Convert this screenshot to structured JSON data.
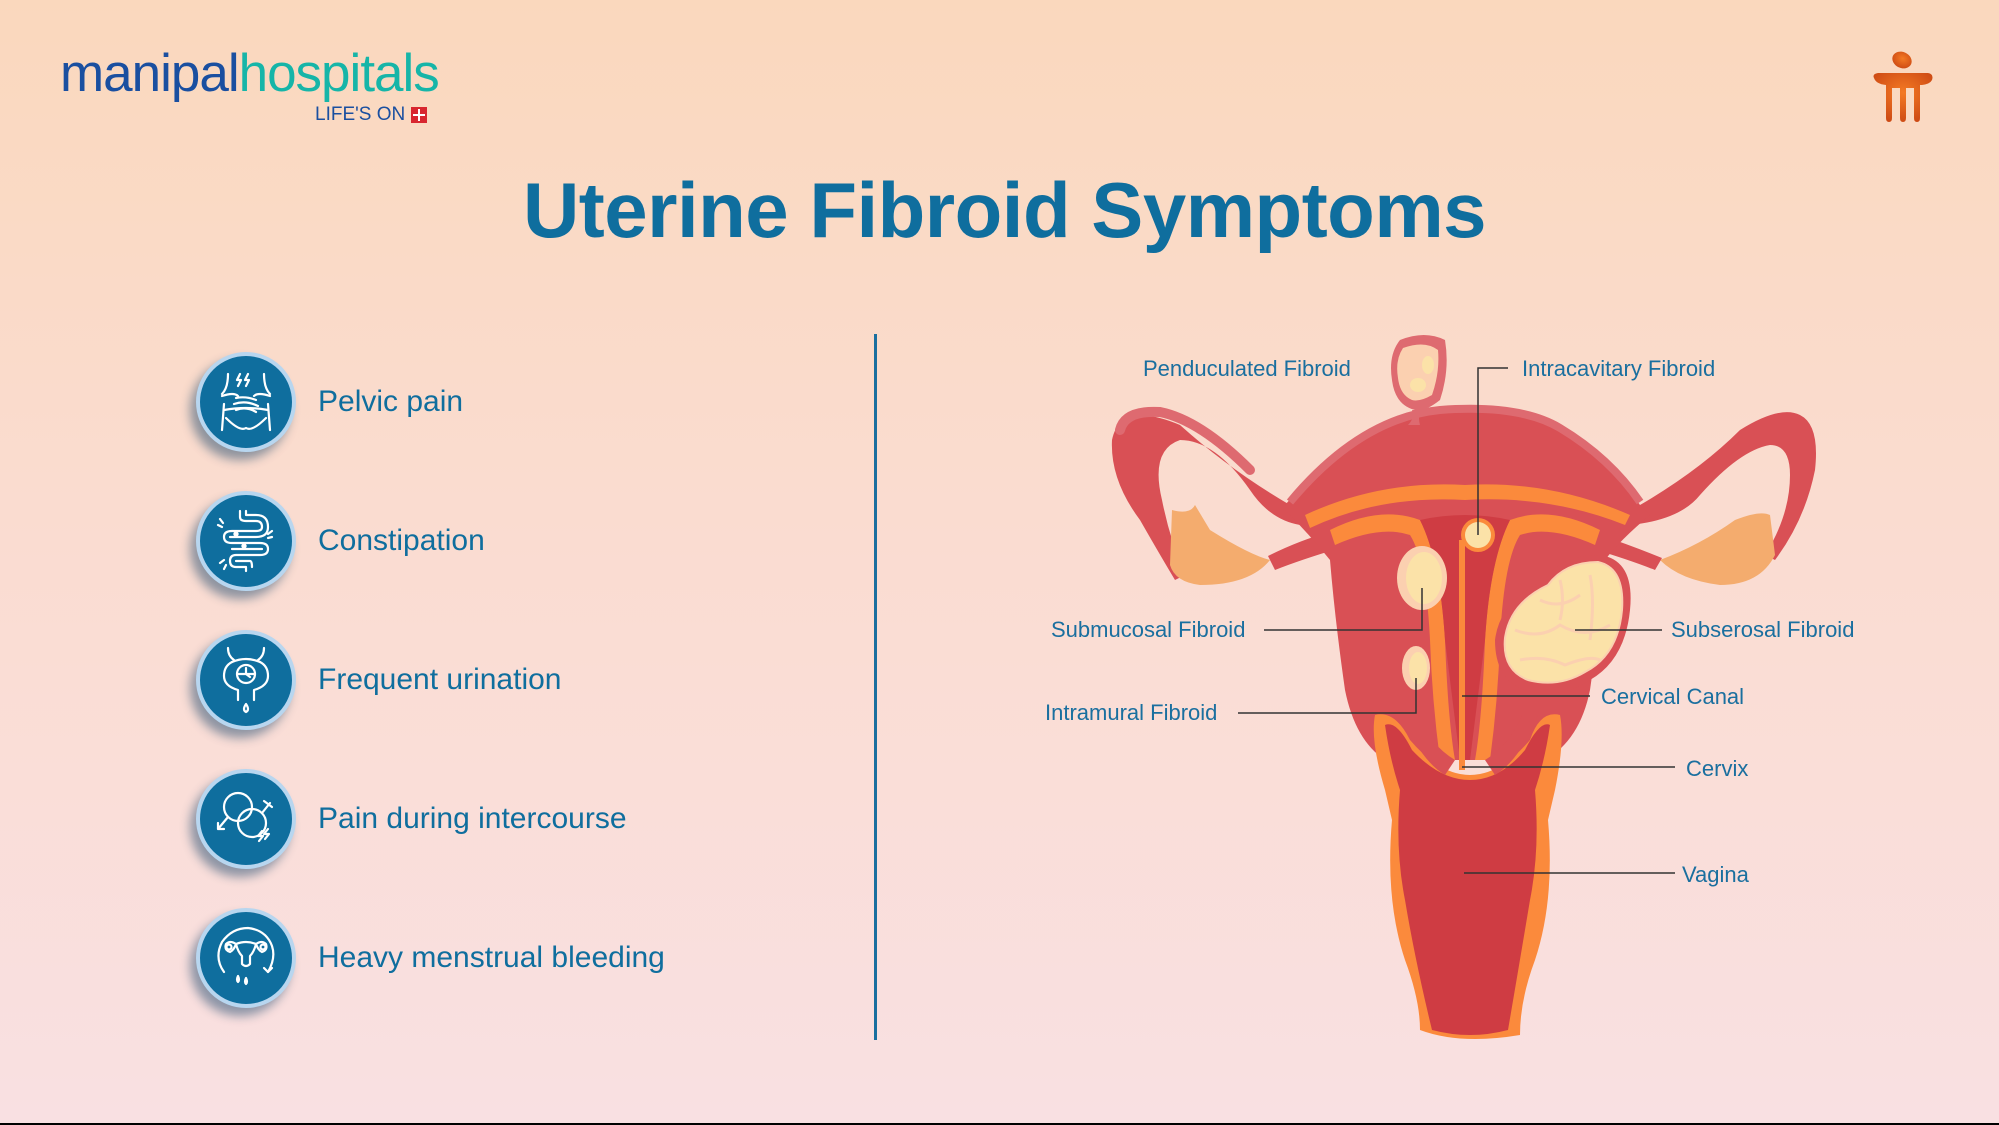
{
  "logo": {
    "word_part1": "manipal",
    "word_part2": "hospitals",
    "tagline": "LIFE'S ON",
    "colors": {
      "part1": "#1a4fa0",
      "part2": "#16b5a8",
      "cross": "#d8262f"
    }
  },
  "brand_mark": {
    "icon": "manipal-figure-icon",
    "color": "#e8661f"
  },
  "title": "Uterine Fibroid Symptoms",
  "symptoms": [
    {
      "label": "Pelvic pain",
      "icon": "pelvic-pain-icon"
    },
    {
      "label": "Constipation",
      "icon": "intestine-icon"
    },
    {
      "label": "Frequent urination",
      "icon": "bladder-clock-icon"
    },
    {
      "label": "Pain during intercourse",
      "icon": "gender-symbols-icon"
    },
    {
      "label": "Heavy menstrual bleeding",
      "icon": "uterus-drops-icon"
    }
  ],
  "diagram": {
    "labels": {
      "penduculated": "Penduculated Fibroid",
      "intracavitary": "Intracavitary Fibroid",
      "submucosal": "Submucosal Fibroid",
      "subserosal": "Subserosal Fibroid",
      "intramural": "Intramural Fibroid",
      "cervical_canal": "Cervical Canal",
      "cervix": "Cervix",
      "vagina": "Vagina"
    }
  },
  "colors": {
    "accent_blue": "#0f6e9e",
    "uterus_red": "#d95055",
    "uterus_dark": "#cf3c43",
    "lining_orange": "#fb8a3c",
    "ovary": "#f4ac6e",
    "fibroid": "#fbe2a8"
  }
}
